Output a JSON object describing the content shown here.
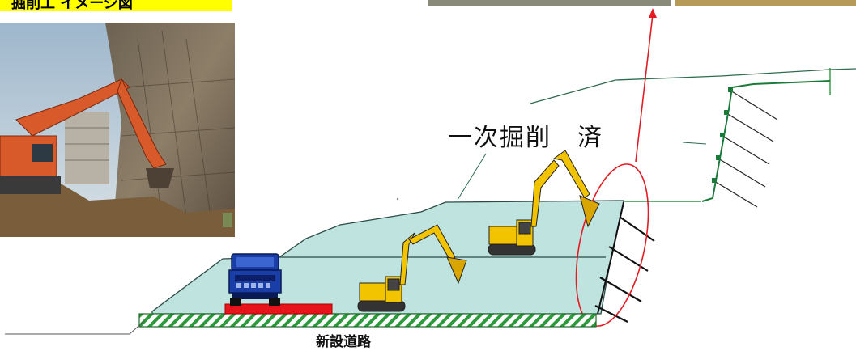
{
  "title": "掘削工 イメージ図",
  "status_label": "一次掘削　済",
  "road_label": "新設道路",
  "colors": {
    "title_bg": "#ffff00",
    "ground_fill": "#bfe3df",
    "excavator": "#f2c400",
    "dump_truck": "#1a3ea8",
    "dump_pad": "#e8141c",
    "road_hatch": "#2a9a3a",
    "callout": "#e31b23"
  },
  "icons": [
    "excavator-icon",
    "dump-truck-icon",
    "anchor-icon"
  ]
}
